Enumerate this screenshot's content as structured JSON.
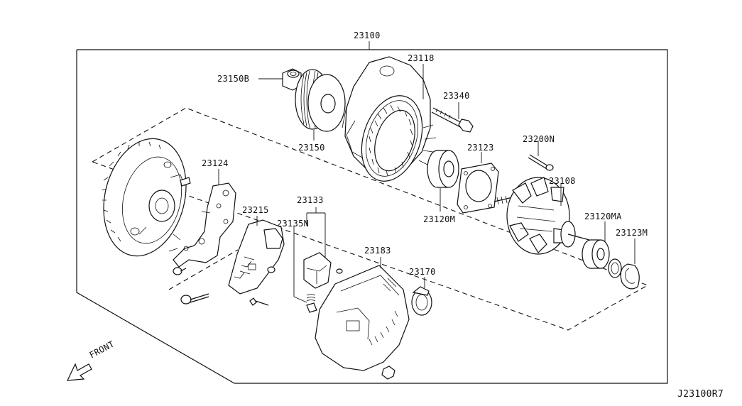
{
  "diagram": {
    "drawing_id": "J23100R7",
    "front_label": "FRONT",
    "labels": {
      "p23100": "23100",
      "p23118": "23118",
      "p23150B": "23150B",
      "p23340": "23340",
      "p23150": "23150",
      "p23200N": "23200N",
      "p23123": "23123",
      "p23124": "23124",
      "p23108": "23108",
      "p23215": "23215",
      "p23133": "23133",
      "p23135N": "23135N",
      "p23120M": "23120M",
      "p23120MA": "23120MA",
      "p23123M": "23123M",
      "p23183": "23183",
      "p23170": "23170"
    }
  }
}
